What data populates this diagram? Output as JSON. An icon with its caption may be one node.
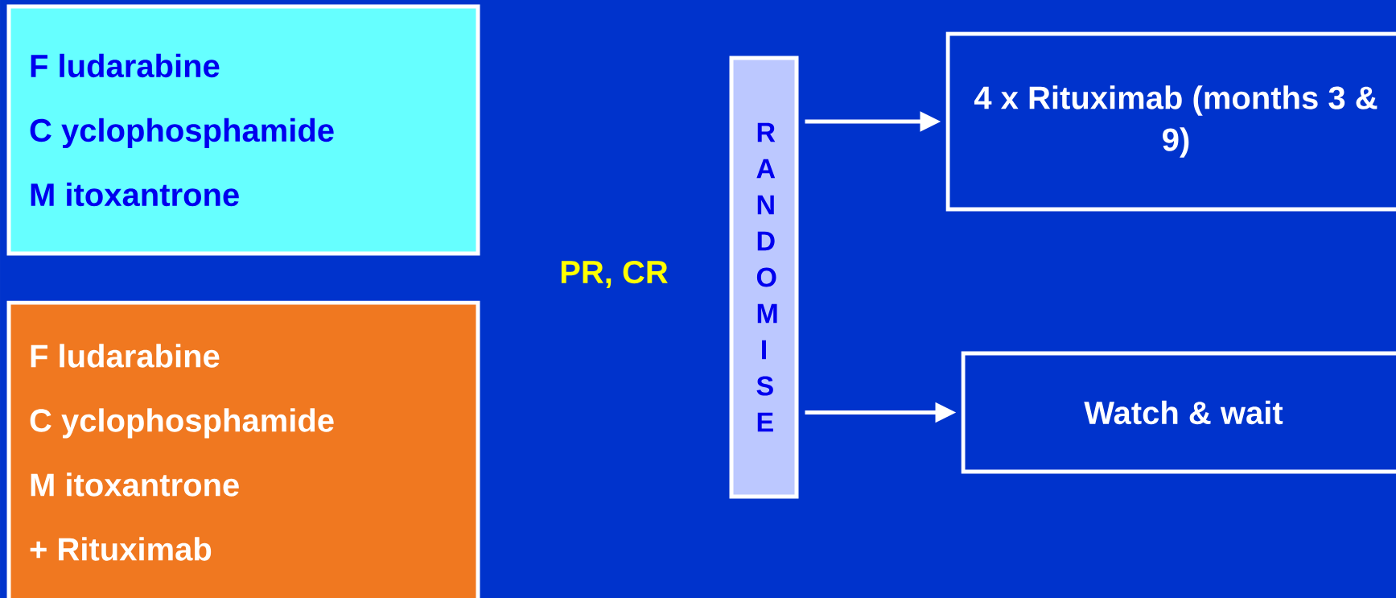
{
  "diagram": {
    "nodes": [
      {
        "text": [
          "F ludarabine",
          "C yclophosphamide",
          "M itoxantrone"
        ]
      },
      {
        "text": [
          "F ludarabine",
          "C yclophosphamide",
          "M itoxantrone",
          "+ Rituximab"
        ]
      },
      {
        "text": [
          "R A N D O M I S E"
        ]
      },
      {
        "text": [
          "4 x Rituximab (months 3 & 9)"
        ]
      },
      {
        "text": [
          "Watch & wait"
        ]
      }
    ],
    "edges": [
      {
        "from": 2,
        "to": 3,
        "arrow": "to"
      },
      {
        "from": 2,
        "to": 4,
        "arrow": "to"
      }
    ],
    "labels": [
      "PR, CR"
    ]
  }
}
